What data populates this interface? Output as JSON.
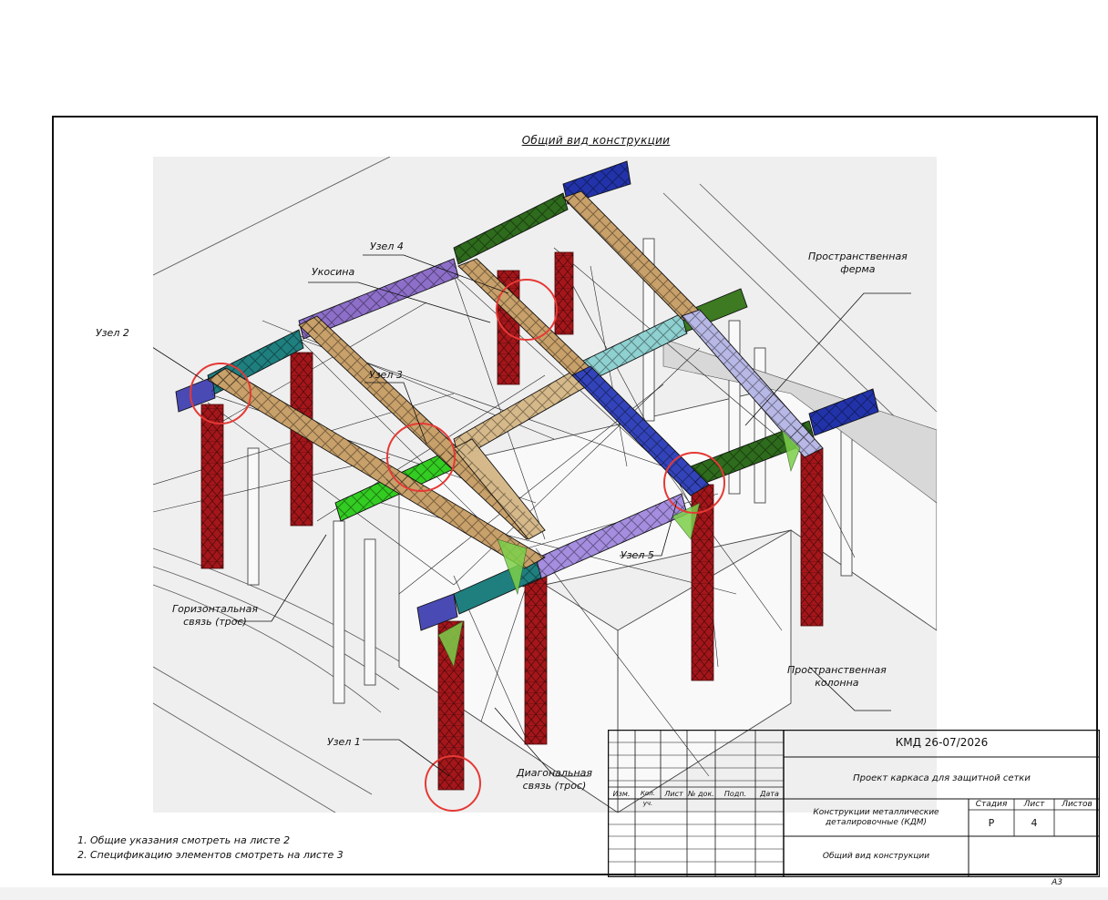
{
  "drawing": {
    "view_title": "Общий вид конструкции",
    "callouts": {
      "node1": "Узел 1",
      "node2": "Узел 2",
      "node3": "Узел 3",
      "node4": "Узел 4",
      "node5": "Узел 5",
      "brace": "Укосина",
      "space_truss_1": "Пространственная",
      "space_truss_2": "ферма",
      "space_column_1": "Пространственная",
      "space_column_2": "колонна",
      "horiz_tie_1": "Горизонтальная",
      "horiz_tie_2": "связь (трос)",
      "diag_tie_1": "Диагональная",
      "diag_tie_2": "связь (трос)"
    },
    "colors": {
      "column": "#a4161a",
      "beam_tan": "#c8a06a",
      "beam_purple": "#8d6fc9",
      "beam_teal": "#1f7f7f",
      "beam_green": "#2e6b1d",
      "beam_bright_green": "#33cc22",
      "beam_blue": "#2233aa",
      "beam_light_blue": "#8fb3d9",
      "node_circle": "#e53935"
    }
  },
  "notes": [
    "1. Общие указания смотреть на листе 2",
    "2. Спецификацию элементов смотреть на листе 3"
  ],
  "title_block": {
    "code": "КМД 26-07/2026",
    "project": "Проект каркаса для защитной сетки",
    "doc_type_1": "Конструкции металлические",
    "doc_type_2": "деталировочные (КДМ)",
    "sheet_name": "Общий вид конструкции",
    "col_headers": [
      "Изм.",
      "Кол. уч.",
      "Лист",
      "№ док.",
      "Подп.",
      "Дата"
    ],
    "stage_label": "Стадия",
    "sheet_label": "Лист",
    "sheets_label": "Листов",
    "stage": "Р",
    "sheet": "4",
    "sheets": ""
  },
  "format": "А3"
}
